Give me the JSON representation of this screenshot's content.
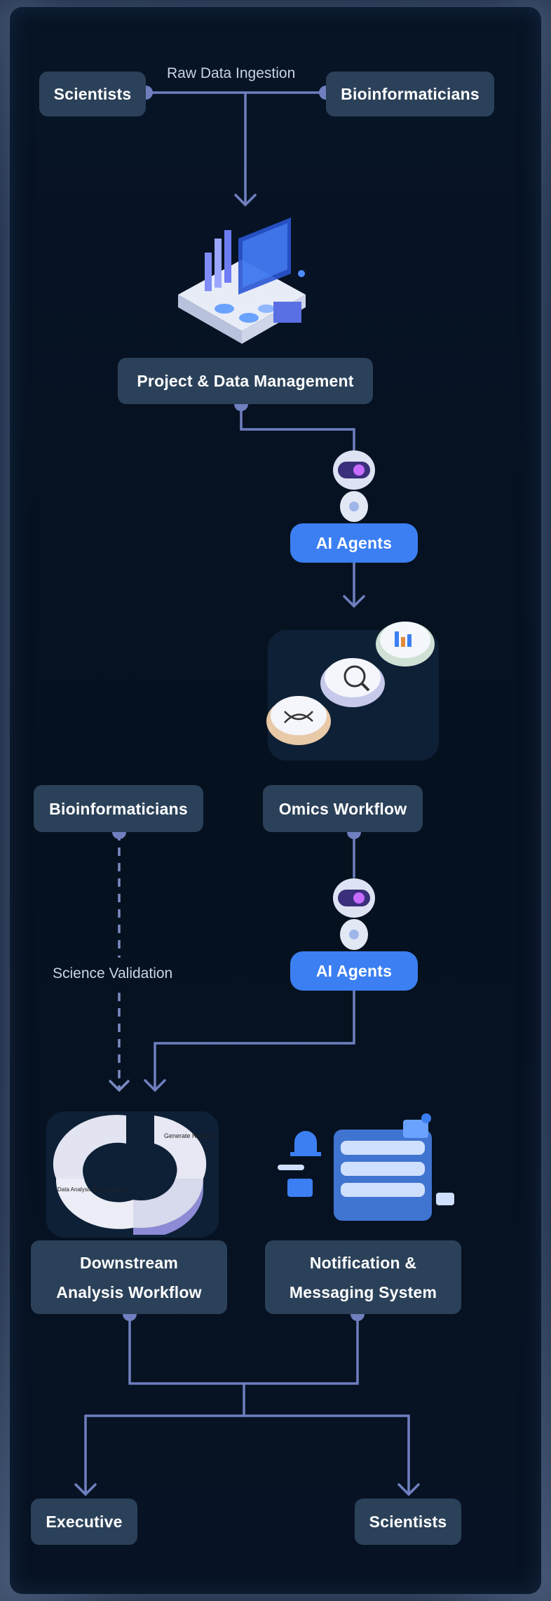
{
  "diagram": {
    "top": {
      "left_source": "Scientists",
      "right_source": "Bioinformaticians",
      "ingestion_label": "Raw Data Ingestion"
    },
    "project_node": "Project & Data Management",
    "agents_1": "AI Agents",
    "omics_node": "Omics Workflow",
    "bioinf_side_node": "Bioinformaticians",
    "validation_label": "Science Validation",
    "agents_2": "AI Agents",
    "downstream_node": {
      "line1": "Downstream",
      "line2": "Analysis Workflow"
    },
    "notification_node": {
      "line1": "Notification &",
      "line2": "Messaging System"
    },
    "outputs": {
      "left": "Executive",
      "right": "Scientists"
    },
    "downstream_icon_text": {
      "generate": "Generate Reports",
      "analysis": "Data Analysis & Visualization"
    }
  },
  "colors": {
    "node_fill": "#2b4159",
    "agent_fill": "#3b7ff2",
    "connector": "#6f7fbf",
    "background": "#071426"
  }
}
